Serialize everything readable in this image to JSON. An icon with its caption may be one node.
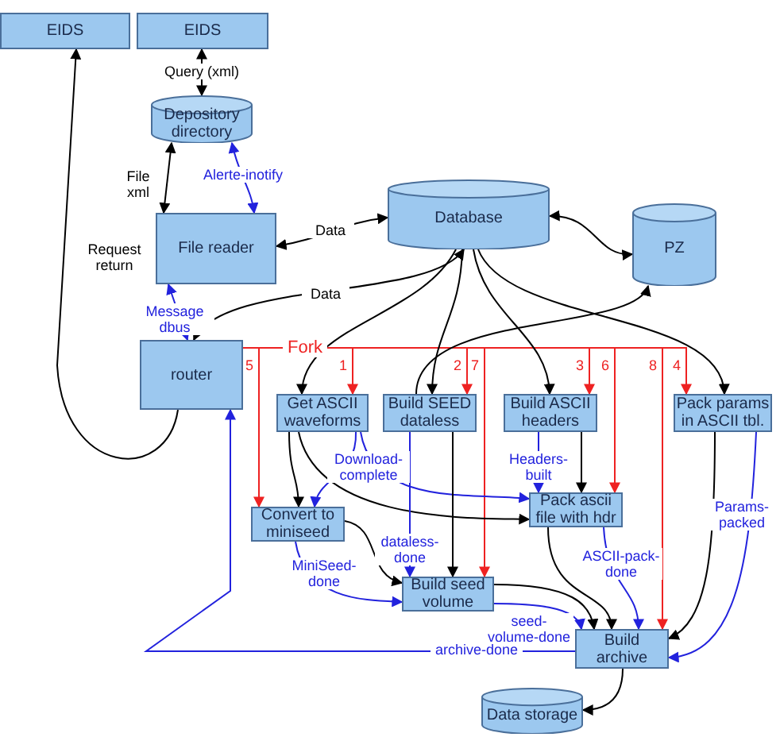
{
  "diagram": {
    "nodes": [
      {
        "text": [
          "EIDS"
        ]
      },
      {
        "text": [
          "EIDS"
        ]
      },
      {
        "text": [
          "Depository directory"
        ]
      },
      {
        "text": [
          "File reader"
        ]
      },
      {
        "text": [
          "Database"
        ]
      },
      {
        "text": [
          "PZ"
        ]
      },
      {
        "text": [
          "router"
        ]
      },
      {
        "text": [
          "Get ASCII waveforms"
        ]
      },
      {
        "text": [
          "Build SEED dataless"
        ]
      },
      {
        "text": [
          "Build ASCII headers"
        ]
      },
      {
        "text": [
          "Pack params in ASCII tbl."
        ]
      },
      {
        "text": [
          "Convert to miniseed"
        ]
      },
      {
        "text": [
          "Pack ascii file with hdr"
        ]
      },
      {
        "text": [
          "Build seed volume"
        ]
      },
      {
        "text": [
          "Build archive"
        ]
      },
      {
        "text": [
          "Data storage"
        ]
      }
    ],
    "edges": [
      {
        "from": 1,
        "to": 2,
        "arrow": "both",
        "label": "Query (xml)"
      },
      {
        "from": 2,
        "to": 3,
        "arrow": "both",
        "label": "File xml"
      },
      {
        "from": 2,
        "to": 3,
        "arrow": "both",
        "label": "Alerte-inotify",
        "color": "#2222dd"
      },
      {
        "from": 3,
        "to": 4,
        "arrow": "both",
        "label": "Data"
      },
      {
        "from": 4,
        "to": 6,
        "arrow": "both",
        "label": "Data"
      },
      {
        "from": 6,
        "to": 3,
        "arrow": "both",
        "label": "Message dbus",
        "color": "#2222dd"
      },
      {
        "from": 6,
        "to": 0,
        "arrow": "to",
        "label": "Request return"
      },
      {
        "from": 6,
        "to": 7,
        "arrow": "to",
        "label": "1",
        "color": "#ee2222"
      },
      {
        "from": 6,
        "to": 8,
        "arrow": "to",
        "label": "2",
        "color": "#ee2222"
      },
      {
        "from": 6,
        "to": 9,
        "arrow": "to",
        "label": "3",
        "color": "#ee2222"
      },
      {
        "from": 6,
        "to": 10,
        "arrow": "to",
        "label": "4",
        "color": "#ee2222"
      },
      {
        "from": 6,
        "to": 11,
        "arrow": "to",
        "label": "5",
        "color": "#ee2222"
      },
      {
        "from": 6,
        "to": 12,
        "arrow": "to",
        "label": "6",
        "color": "#ee2222"
      },
      {
        "from": 6,
        "to": 13,
        "arrow": "to",
        "label": "7",
        "color": "#ee2222"
      },
      {
        "from": 6,
        "to": 14,
        "arrow": "to",
        "label": "8",
        "color": "#ee2222"
      },
      {
        "from": 4,
        "to": 7,
        "arrow": "to"
      },
      {
        "from": 4,
        "to": 8,
        "arrow": "to"
      },
      {
        "from": 4,
        "to": 9,
        "arrow": "to"
      },
      {
        "from": 4,
        "to": 10,
        "arrow": "to"
      },
      {
        "from": 4,
        "to": 5,
        "arrow": "both"
      },
      {
        "from": 8,
        "to": 5,
        "arrow": "to"
      },
      {
        "from": 7,
        "to": 11,
        "arrow": "to",
        "label": "Download-complete",
        "color": "#2222dd"
      },
      {
        "from": 7,
        "to": 12,
        "arrow": "to",
        "color": "#2222dd"
      },
      {
        "from": 7,
        "to": 11,
        "arrow": "to"
      },
      {
        "from": 7,
        "to": 12,
        "arrow": "to"
      },
      {
        "from": 8,
        "to": 13,
        "arrow": "to"
      },
      {
        "from": 8,
        "to": 13,
        "arrow": "to",
        "label": "dataless-done",
        "color": "#2222dd"
      },
      {
        "from": 9,
        "to": 12,
        "arrow": "to",
        "label": "Headers-built",
        "color": "#2222dd"
      },
      {
        "from": 9,
        "to": 12,
        "arrow": "to"
      },
      {
        "from": 11,
        "to": 13,
        "arrow": "to"
      },
      {
        "from": 11,
        "to": 13,
        "arrow": "to",
        "label": "MiniSeed-done",
        "color": "#2222dd"
      },
      {
        "from": 12,
        "to": 14,
        "arrow": "to"
      },
      {
        "from": 12,
        "to": 14,
        "arrow": "to",
        "label": "ASCII-pack-done",
        "color": "#2222dd"
      },
      {
        "from": 13,
        "to": 14,
        "arrow": "to"
      },
      {
        "from": 13,
        "to": 14,
        "arrow": "to",
        "label": "seed-volume-done",
        "color": "#2222dd"
      },
      {
        "from": 10,
        "to": 14,
        "arrow": "to"
      },
      {
        "from": 10,
        "to": 14,
        "arrow": "to",
        "label": "Params-packed",
        "color": "#2222dd"
      },
      {
        "from": 14,
        "to": 6,
        "arrow": "to",
        "label": "archive-done",
        "color": "#2222dd"
      },
      {
        "from": 14,
        "to": 15,
        "arrow": "to"
      }
    ],
    "labels": [
      "Fork"
    ]
  }
}
